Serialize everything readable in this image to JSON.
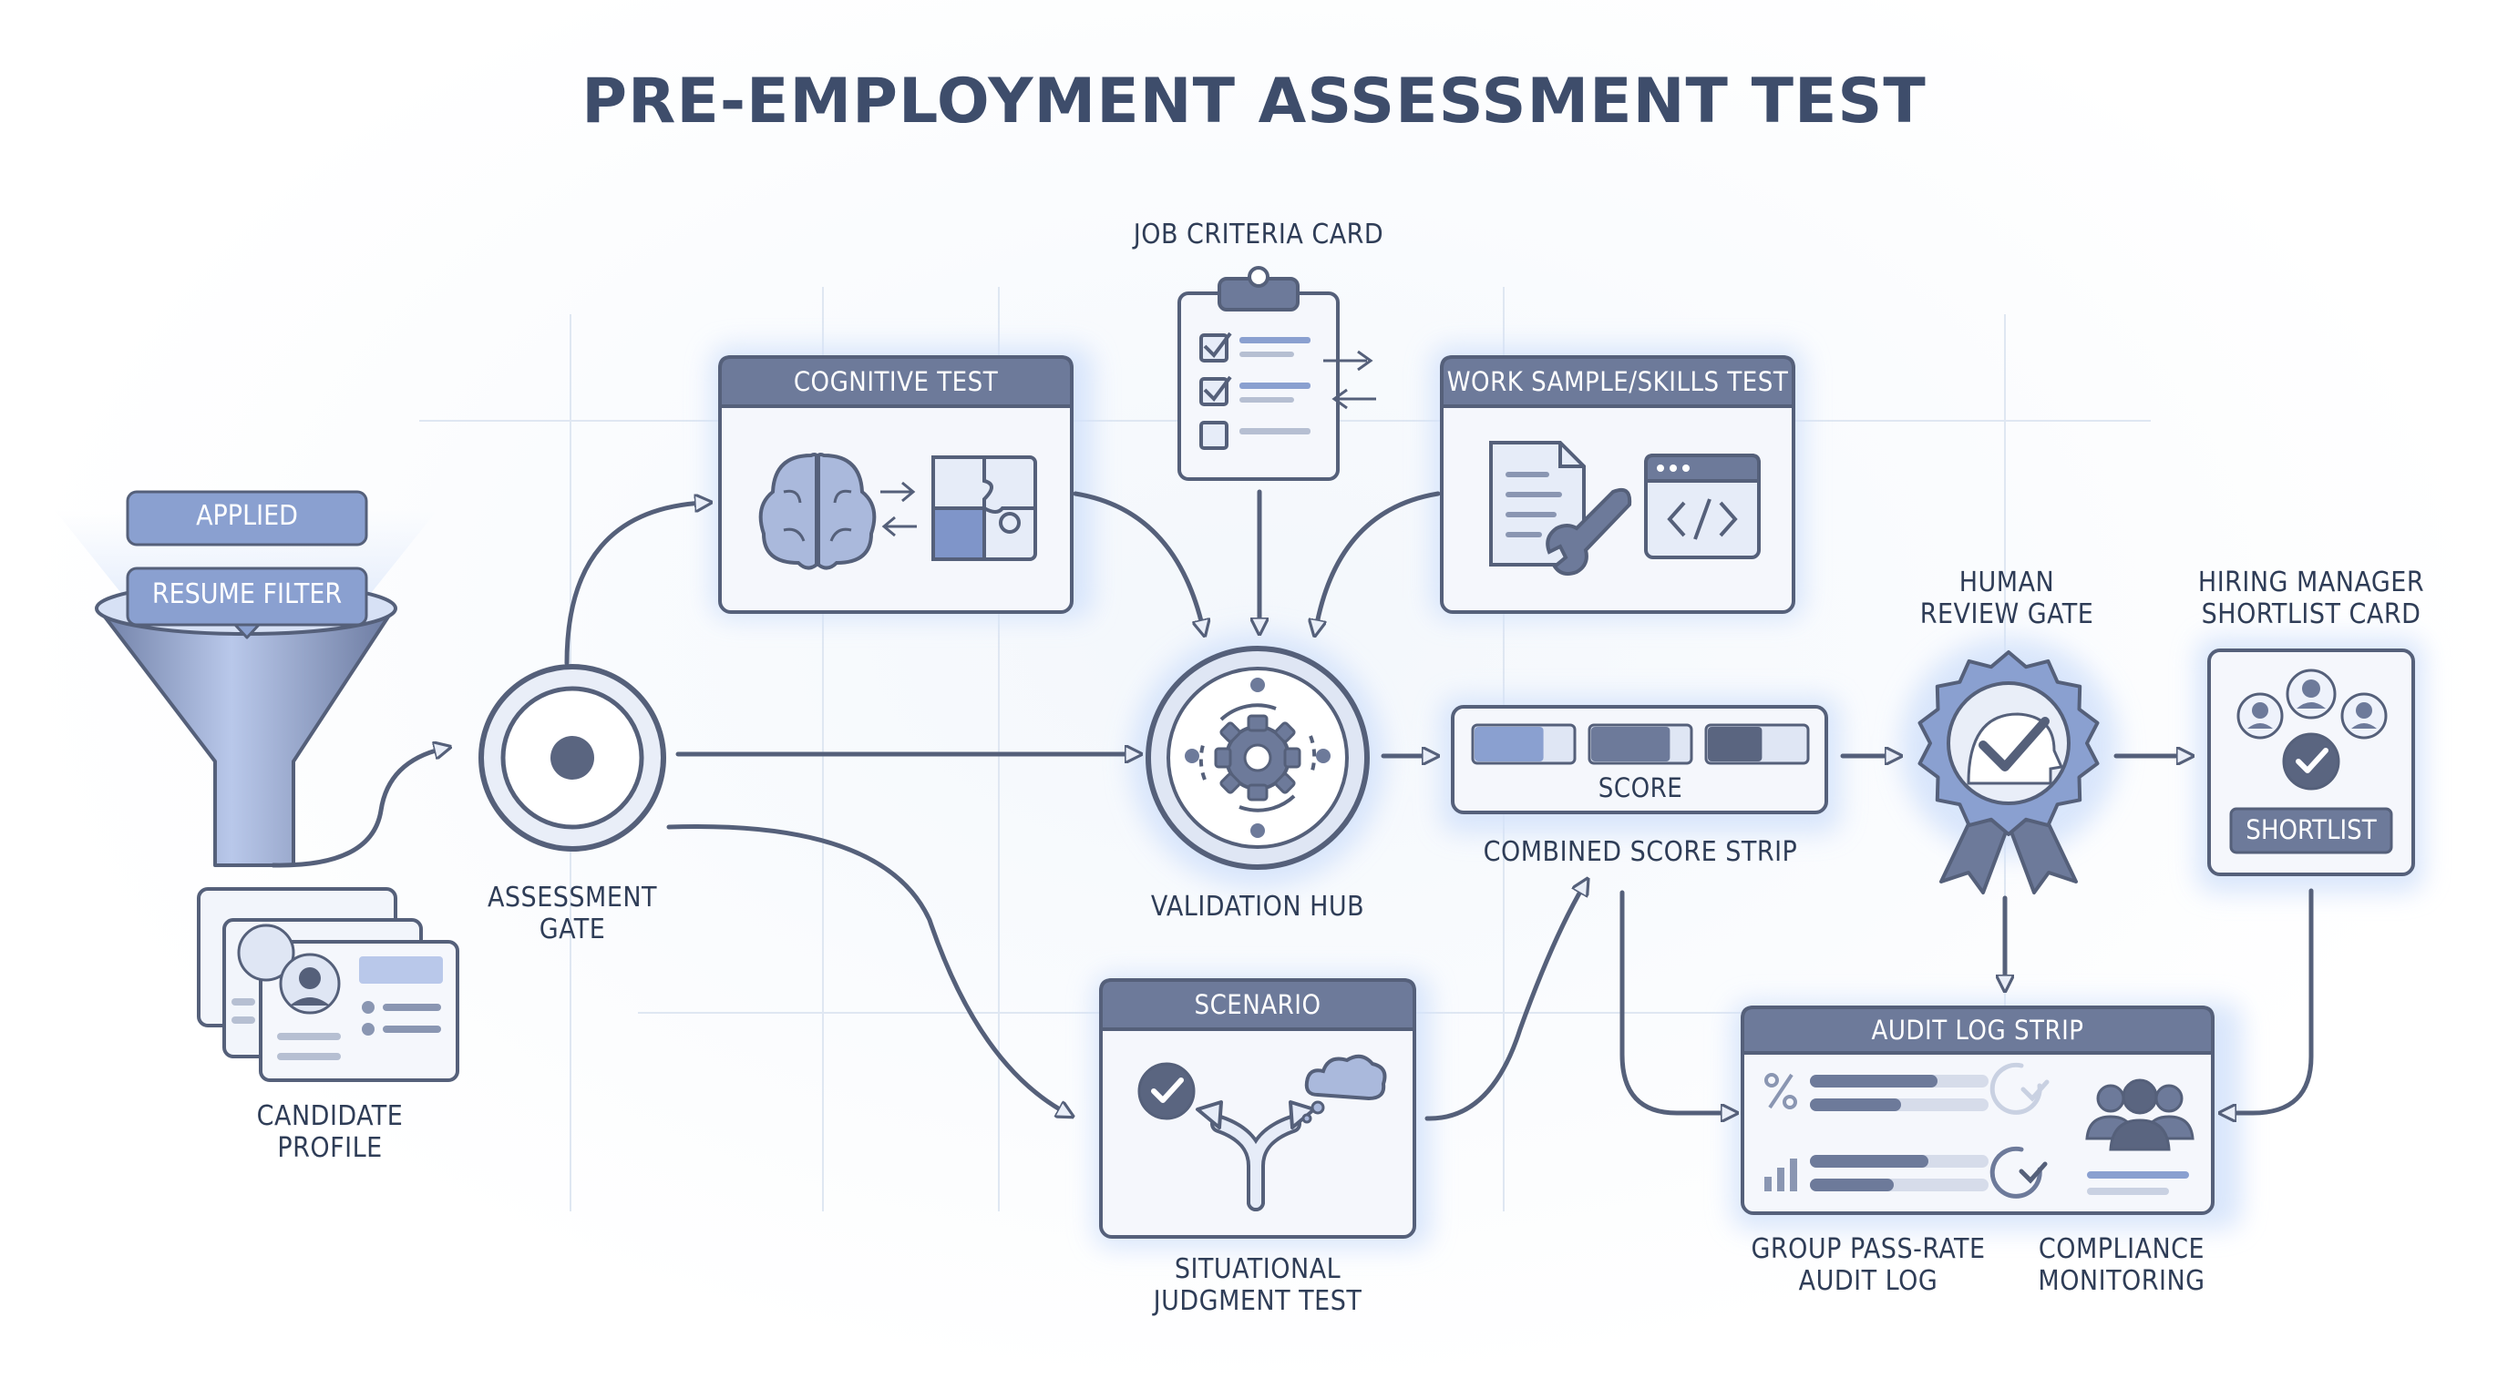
{
  "title": "PRE-EMPLOYMENT ASSESSMENT TEST",
  "colors": {
    "header": "#6d7a9a",
    "stroke": "#55607a",
    "accent": "#7f95c9",
    "light_fill": "#eef2fb",
    "glow": "#cfe0fb"
  },
  "funnel": {
    "applied_label": "APPLIED",
    "filter_label": "RESUME FILTER",
    "icon": "funnel-icon"
  },
  "candidate_profile": {
    "line1": "CANDIDATE",
    "line2": "PROFILE",
    "icon": "id-card-icon"
  },
  "assessment_gate": {
    "line1": "ASSESSMENT",
    "line2": "GATE",
    "icon": "target-icon"
  },
  "cognitive_test": {
    "header": "COGNITIVE TEST",
    "icons": [
      "brain-icon",
      "puzzle-icon"
    ]
  },
  "job_criteria": {
    "label": "JOB CRITERIA CARD",
    "icon": "clipboard-icon"
  },
  "work_sample": {
    "header": "WORK SAMPLE/SKILLS TEST",
    "icons": [
      "document-wrench-icon",
      "code-window-icon"
    ]
  },
  "validation_hub": {
    "label": "VALIDATION HUB",
    "icon": "gear-icon"
  },
  "score_strip": {
    "inner_label": "SCORE",
    "label": "COMBINED SCORE STRIP",
    "fills": [
      0.7,
      0.8,
      0.55
    ]
  },
  "human_review": {
    "line1": "HUMAN",
    "line2": "REVIEW GATE",
    "icon": "badge-check-icon"
  },
  "shortlist_card": {
    "line1": "HIRING MANAGER",
    "line2": "SHORTLIST CARD",
    "button": "SHORTLIST",
    "icon": "group-check-icon"
  },
  "scenario": {
    "header": "SCENARIO",
    "line1": "SITUATIONAL",
    "line2": "JUDGMENT TEST",
    "icon": "fork-arrow-icon"
  },
  "audit_log": {
    "header": "AUDIT LOG STRIP",
    "left_line1": "GROUP PASS-RATE",
    "left_line2": "AUDIT LOG",
    "right_line1": "COMPLIANCE",
    "right_line2": "MONITORING"
  }
}
